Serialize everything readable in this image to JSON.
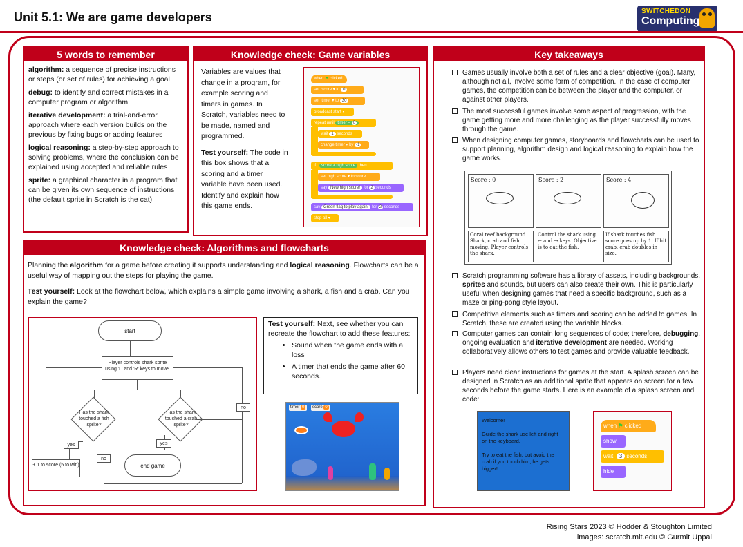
{
  "header": {
    "title": "Unit 5.1: We are game developers",
    "logo_line1": "SWITCHEDON",
    "logo_line2": "Computing"
  },
  "words": {
    "heading": "5 words to remember",
    "items": [
      {
        "term": "algorithm:",
        "def": " a sequence of precise instructions or steps (or set of rules) for achieving a goal"
      },
      {
        "term": "debug:",
        "def": " to identify and correct mistakes in a computer program or algorithm"
      },
      {
        "term": "iterative development:",
        "def": " a trial-and-error approach where each version builds on the previous by fixing bugs or adding features"
      },
      {
        "term": "logical reasoning:",
        "def": " a step-by-step approach to solving problems, where the conclusion can be explained using accepted and reliable rules"
      },
      {
        "term": "sprite:",
        "def": " a graphical character in a program that can be given its own sequence of instructions (the default sprite in Scratch is the cat)"
      }
    ]
  },
  "variables": {
    "heading": "Knowledge check: Game variables",
    "intro": "Variables are values that change in a program, for example scoring and timers in games. In Scratch, variables need to be made, named and programmed.",
    "test_label": "Test yourself:",
    "test_text": " The code in this box shows that a scoring and a timer variable have been used. Identify and explain how this game ends.",
    "code": {
      "when_flag": "when",
      "clicked": "clicked",
      "set1": "set",
      "score_var": "score",
      "to1": "to",
      "val0": "0",
      "set2": "set",
      "timer_var": "timer",
      "to2": "to",
      "val30": "30",
      "broadcast": "broadcast",
      "start_msg": "start",
      "repeat_until": "repeat until",
      "timer_r": "timer",
      "eq": "=",
      "val0b": "0",
      "wait": "wait",
      "val1": "1",
      "seconds1": "seconds",
      "change": "change",
      "timer_c": "timer",
      "by": "by",
      "neg1": "-1",
      "if": "if",
      "score_if": "score",
      "gt": ">",
      "high_score": "high score",
      "then": "then",
      "set3": "set",
      "high_score_set": "high score",
      "to3": "to",
      "score_to": "score",
      "say1": "say",
      "new_high": "New high score!",
      "for1": "for",
      "val2a": "2",
      "seconds2": "seconds",
      "say2": "say",
      "green_flag_msg": "Green flag to play again.",
      "for2": "for",
      "val2b": "2",
      "seconds3": "seconds",
      "stop": "stop",
      "all": "all"
    }
  },
  "takeaways": {
    "heading": "Key takeaways",
    "p1": "Games usually involve both a set of rules and a clear objective (goal). Many, although not all, involve some form of competition. In the case of computer games, the competition can be between the player and the computer, or against other players.",
    "p2": "The most successful games involve some aspect of progression, with the game getting more and more challenging as the player successfully moves through the game.",
    "p3": "When designing computer games, storyboards and flowcharts can be used to support planning, algorithm design and logical reasoning to explain how the game works.",
    "storyboard": {
      "s1": "Score : 0",
      "s2": "Score : 2",
      "s3": "Score : 4",
      "c1": "Coral reef background. Shark, crab and fish moving. Player controls the shark.",
      "c2": "Control the shark using ← and → keys. Objective is to eat the fish.",
      "c3": "If shark touches fish score goes up by 1. If hit crab, crab doubles in size."
    },
    "p4_pre": "Scratch programming software has a library of assets, including backgrounds, ",
    "p4_bold": "sprites",
    "p4_post": " and sounds, but users can also create their own. This is particularly useful when designing games that need a specific background, such as a maze or ping-pong style layout.",
    "p5": "Competitive elements such as timers and scoring can be added to games. In Scratch, these are created using the variable blocks.",
    "p6_pre": "Computer games can contain long sequences of code; therefore, ",
    "p6_b1": "debugging",
    "p6_mid": ", ongoing evaluation and ",
    "p6_b2": "iterative development",
    "p6_post": " are needed. Working collaboratively allows others to test games and provide valuable feedback.",
    "p7": "Players need clear instructions for games at the start. A splash screen can be designed in Scratch as an additional sprite that appears on screen for a few seconds before the game starts. Here is an example of a splash screen and code:",
    "splash": {
      "l1": "Welcome!",
      "l2": "Guide the shark use left and right on the keyboard.",
      "l3": "Try to eat the fish, but avoid the crab if you touch him, he gets bigger!"
    },
    "splash_code": {
      "when": "when",
      "clicked": "clicked",
      "show": "show",
      "wait": "wait",
      "val3": "3",
      "seconds": "seconds",
      "hide": "hide"
    }
  },
  "algorithms": {
    "heading": "Knowledge check: Algorithms and flowcharts",
    "intro_pre": "Planning the ",
    "intro_b1": "algorithm",
    "intro_mid": " for a game before creating it supports understanding and ",
    "intro_b2": "logical reasoning",
    "intro_post": ". Flowcharts can be a useful way of mapping out the steps for playing the game.",
    "test_label": "Test yourself:",
    "test_text": " Look at the flowchart below, which explains a simple game involving a shark, a fish and a crab. Can you explain the game?",
    "flow": {
      "start": "start",
      "control": "Player controls shark sprite using 'L' and 'R' keys to move.",
      "fish_q": "Has the shark touched a fish sprite?",
      "crab_q": "Has the shark touched a crab sprite?",
      "yes1": "yes",
      "no1": "no",
      "yes2": "yes",
      "no2": "no",
      "score": "+ 1 to score (5 to win)",
      "end": "end game"
    },
    "box_label": "Test yourself:",
    "box_text": " Next, see whether you can recreate the flowchart to add these features:",
    "bullets": [
      "Sound when the game ends with a loss",
      "A timer that ends the game after 60 seconds."
    ],
    "game": {
      "timer_label": "timer",
      "timer_val": "0",
      "score_label": "score",
      "score_val": "0"
    }
  },
  "footer": {
    "line1": "Rising Stars 2023 © Hodder & Stoughton Limited",
    "line2": "images: scratch.mit.edu © Gurmit Uppal"
  },
  "colors": {
    "accent": "#c0001a",
    "scratch_orange": "#ffab19",
    "scratch_purple": "#9966ff",
    "scratch_control": "#ffbf00"
  }
}
